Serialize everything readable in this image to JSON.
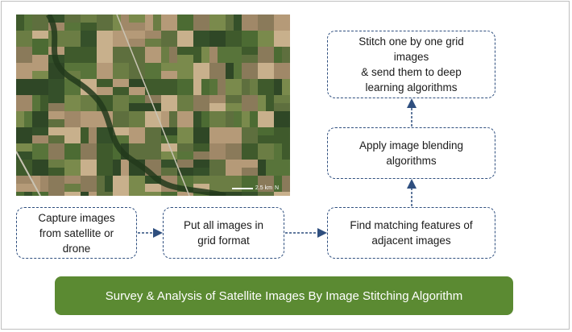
{
  "flow": {
    "step_capture": "Capture images\nfrom satellite or\ndrone",
    "step_grid": "Put all images in\ngrid format",
    "step_match": "Find matching features of\nadjacent images",
    "step_blend": "Apply image blending\nalgorithms",
    "step_stitch": "Stitch one  by one grid\nimages\n& send them to deep\nlearning algorithms"
  },
  "banner": {
    "title": "Survey & Analysis of Satellite Images By Image Stitching Algorithm"
  },
  "photo": {
    "scale_label": "2.5 km",
    "north_label": "N"
  },
  "colors": {
    "banner": "#5b8a32",
    "box_border": "#2f4f7f",
    "arrow": "#2f4f7f"
  }
}
